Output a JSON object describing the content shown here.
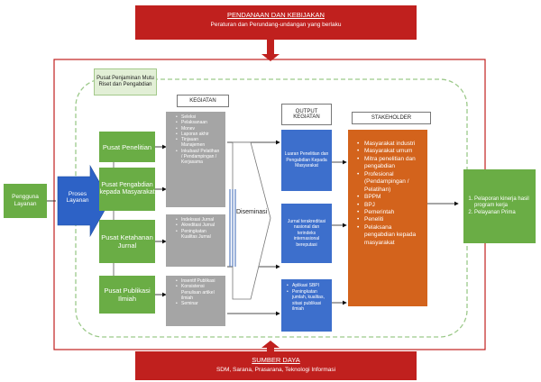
{
  "funding": {
    "title": "PENDANAAN DAN KEBIJAKAN",
    "subtitle": "Peraturan dan Perundang-undangan yang berlaku"
  },
  "resources": {
    "title": "SUMBER DAYA",
    "subtitle": "SDM, Sarana, Prasarana, Teknologi Informasi"
  },
  "quality_center": "Pusat Penjaminan Mutu Riset dan Pengabdian",
  "headers": {
    "activities": "KEGIATAN",
    "outputs": "OUTPUT KEGIATAN",
    "stakeholder": "STAKEHOLDER"
  },
  "service_user": "Pengguna Layanan",
  "service_process": "Proses Layanan",
  "dissemination": "Diseminasi",
  "centers": [
    {
      "name": "Pusat Penelitian",
      "activities": [
        "Seleksi",
        "Pelaksanaan",
        "Monev",
        "Laporan akhir",
        "Tinjauan Manajemen"
      ]
    },
    {
      "name": "Pusat Pengabdian kepada Masyarakat",
      "activities": [
        "Inkubasi/ Pelatihan / Pendampingan / Kerjasama"
      ]
    },
    {
      "name": "Pusat Ketahanan Jurnal",
      "activities": [
        "Indeksasi Jurnal",
        "Akreditasi Jurnal",
        "Peningkatan Kualitas Jurnal"
      ]
    },
    {
      "name": "Pusat Publikasi Ilmiah",
      "activities": [
        "Insentif Publikasi",
        "Konsistensi Penulisan artikel ilmiah",
        "Seminar"
      ]
    }
  ],
  "outputs": [
    {
      "text": "Luaran Penelitian dan Pengabdian Kepada Masyarakat"
    },
    {
      "text": "Jurnal terakreditasi nasional dan terindeks internasional bereputasi"
    },
    {
      "items": [
        "Aplikasi SBPI",
        "Peningkatan jumlah, kualitas, sitasi publikasi ilmiah"
      ]
    }
  ],
  "stakeholders": [
    "Masyarakat industri",
    "Masyarakat umum",
    "Mitra penelitian dan pengabdian",
    "Profesional (Pendampingan / Pelatihan)",
    "BPPM",
    "BPJ",
    "Pemerintah",
    "Peneliti",
    "Pelaksana pengabdian kepada masyarakat"
  ],
  "outcomes": [
    "Pelaporan kinerja hasil program kerja",
    "Pelayanan Prima"
  ],
  "colors": {
    "red": "#c0201e",
    "green": "#6aad45",
    "blue": "#3d6fcc",
    "gray": "#a5a5a5",
    "orange": "#d3631c"
  }
}
